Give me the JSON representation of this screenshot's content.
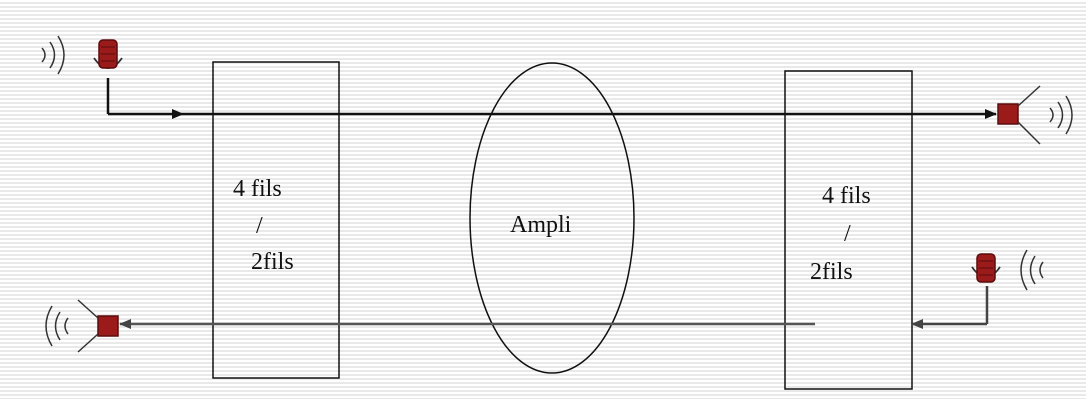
{
  "diagram": {
    "left_box": {
      "line1": "4 fils",
      "line2": "/",
      "line3": "2fils"
    },
    "center": {
      "label": "Ampli"
    },
    "right_box": {
      "line1": "4 fils",
      "line2": "/",
      "line3": "2fils"
    },
    "colors": {
      "device": "#9b1b1b",
      "device_dark": "#5a0d0d",
      "line_top": "#111111",
      "line_bottom": "#555555",
      "stroke": "#111111"
    },
    "icons": {
      "top_left": "microphone-icon",
      "bottom_right": "microphone-icon",
      "top_right": "speaker-icon",
      "bottom_left": "speaker-icon"
    }
  }
}
